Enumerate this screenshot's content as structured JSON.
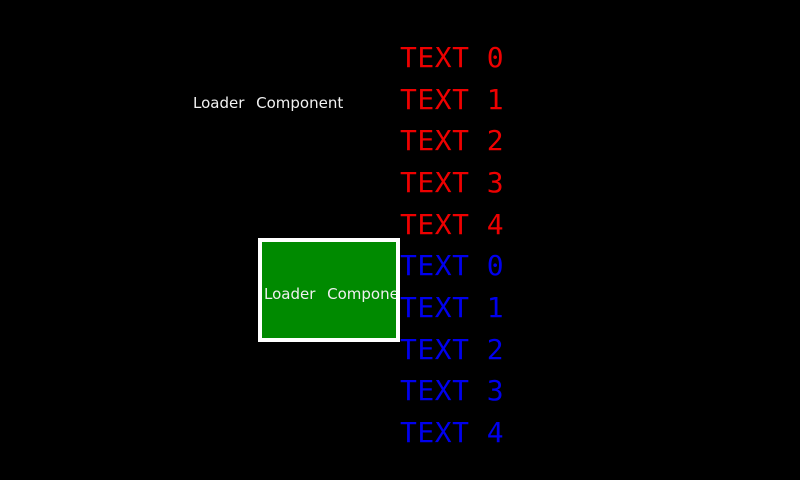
{
  "screen": {
    "background": "#000000"
  },
  "colors": {
    "red": "#EE0000",
    "blue": "#0000EE",
    "green": "#008A00",
    "border_white": "#FFFFFF",
    "label_white": "#F2F2F2"
  },
  "loader_plain": {
    "label": "Loader Component"
  },
  "loader_box": {
    "label": "Loader Component",
    "fill": "#008A00",
    "border": "#FFFFFF"
  },
  "text_list": {
    "items": [
      {
        "label": "TEXT 0",
        "color": "red"
      },
      {
        "label": "TEXT 1",
        "color": "red"
      },
      {
        "label": "TEXT 2",
        "color": "red"
      },
      {
        "label": "TEXT 3",
        "color": "red"
      },
      {
        "label": "TEXT 4",
        "color": "red"
      },
      {
        "label": "TEXT 0",
        "color": "blue"
      },
      {
        "label": "TEXT 1",
        "color": "blue"
      },
      {
        "label": "TEXT 2",
        "color": "blue"
      },
      {
        "label": "TEXT 3",
        "color": "blue"
      },
      {
        "label": "TEXT 4",
        "color": "blue"
      }
    ]
  }
}
